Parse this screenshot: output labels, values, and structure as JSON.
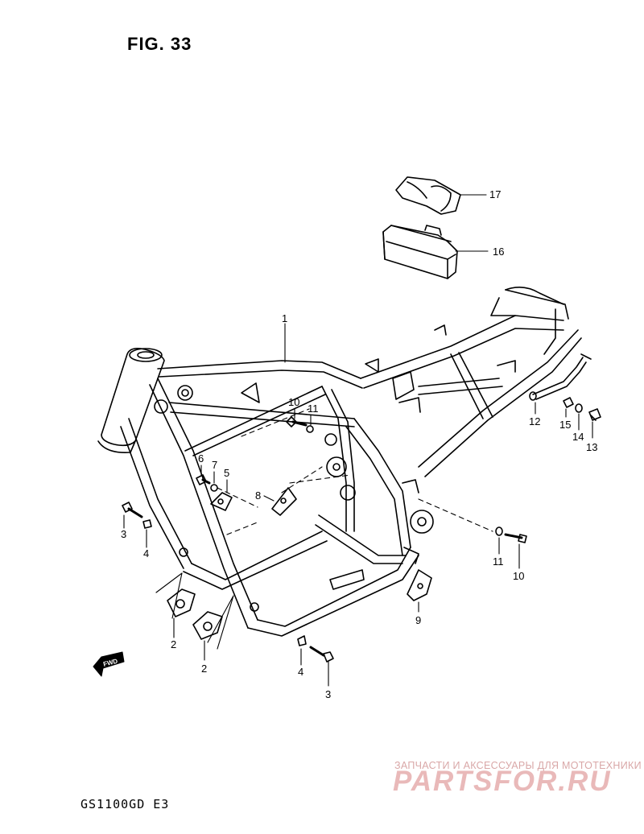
{
  "figure": {
    "title": "FIG. 33",
    "model": "GS1100GD E3"
  },
  "watermark": {
    "tagline": "ЗАПЧАСТИ И АКСЕССУАРЫ ДЛЯ МОТОТЕХНИКИ",
    "logo": "PARTSFOR.RU"
  },
  "fwd_label": "FWD",
  "callouts": {
    "c1": "1",
    "c2a": "2",
    "c2b": "2",
    "c3a": "3",
    "c3b": "3",
    "c4a": "4",
    "c4b": "4",
    "c5": "5",
    "c6": "6",
    "c7": "7",
    "c8": "8",
    "c9": "9",
    "c10a": "10",
    "c10b": "10",
    "c11a": "11",
    "c11b": "11",
    "c12": "12",
    "c13": "13",
    "c14": "14",
    "c15": "15",
    "c16": "16",
    "c17": "17"
  },
  "colors": {
    "ink": "#000000",
    "paper": "#ffffff",
    "watermark": "#e9b9b9"
  }
}
